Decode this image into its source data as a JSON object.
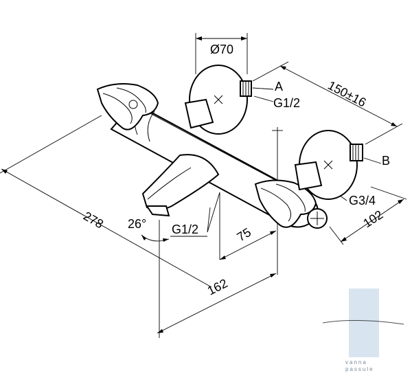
{
  "dimensions": {
    "flange_diameter": "Ø70",
    "inlet_a": "A",
    "inlet_a_thread": "G1/2",
    "centre_distance": "150±16",
    "inlet_b": "B",
    "inlet_b_thread": "G3/4",
    "depth": "102",
    "overall_length": "278",
    "spout_angle": "26°",
    "outlet_thread": "G1/2",
    "spout_offset": "75",
    "spout_reach": "162"
  },
  "watermark": {
    "line1": "vanna",
    "line2": "passule"
  },
  "colors": {
    "ink": "#000000",
    "watermark": "#b8cfe4"
  }
}
